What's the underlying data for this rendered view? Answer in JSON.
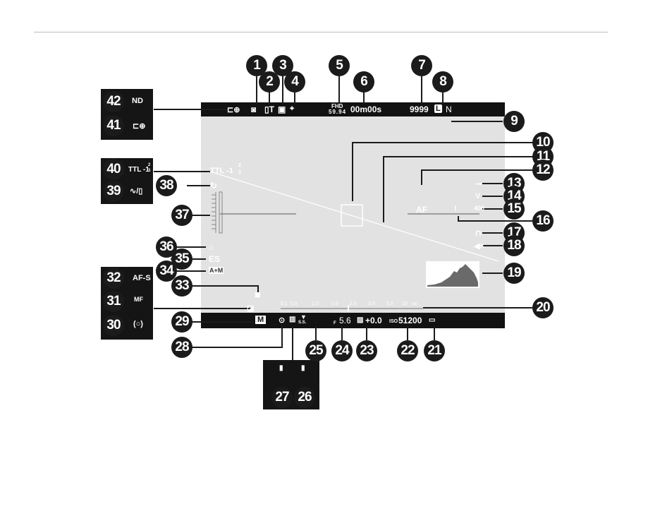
{
  "callouts": [
    "1",
    "2",
    "3",
    "4",
    "5",
    "6",
    "7",
    "8",
    "9",
    "10",
    "11",
    "12",
    "13",
    "14",
    "15",
    "16",
    "17",
    "18",
    "19",
    "20",
    "21",
    "22",
    "23",
    "24",
    "25",
    "26",
    "27",
    "28",
    "29",
    "30",
    "31",
    "32",
    "33",
    "34",
    "35",
    "36",
    "37",
    "38",
    "39",
    "40",
    "41",
    "42"
  ],
  "top_bar": {
    "movie_format": "FHD",
    "frame_rate": "59.94",
    "rec_time": "00m00s",
    "frames_remaining": "9999",
    "image_size": "L",
    "image_quality": "N"
  },
  "bottom_bar": {
    "mode": "M",
    "shutter_label": "S.S.",
    "aperture_prefix": "F",
    "aperture": "5.6",
    "exposure_comp": "+0.0",
    "iso_label": "ISO",
    "iso": "51200"
  },
  "left_side": {
    "flash": "TTL -1",
    "flash_frac_num": "2",
    "flash_frac_den": "3",
    "drive": "ES",
    "focus_switch": "A+M"
  },
  "right_side": {
    "af_label": "AF",
    "dynamic_range": "400"
  },
  "distance_scale": [
    "0.1",
    "0.5",
    "1.0",
    "1.5",
    "2.0",
    "3.0",
    "5.0",
    "10",
    "∞"
  ],
  "box_42_41": {
    "nd": "ND"
  },
  "box_40_39": {
    "flash": "TTL -1",
    "frac_num": "2",
    "frac_den": "3"
  },
  "box_32_31_30": {
    "afs": "AF-S",
    "mf": "MF"
  }
}
